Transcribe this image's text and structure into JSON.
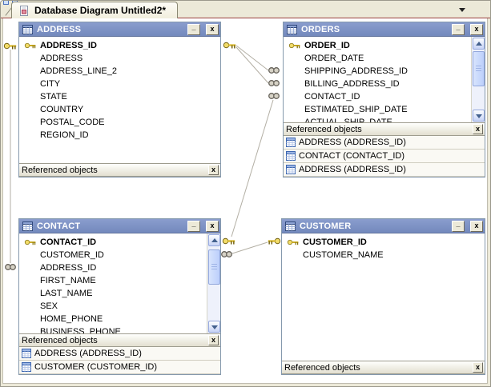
{
  "tab": {
    "title": "Database Diagram Untitled2*"
  },
  "icons": {
    "minimize": "_",
    "close": "x"
  },
  "panels": {
    "referenced_label": "Referenced objects"
  },
  "colors": {
    "titlebar_blue": "#7d92c5",
    "tab_underline_maroon": "#99423f",
    "panel_grey": "#ece9d8",
    "connector_grey": "#b3afa4",
    "key_gold": "#f2dc6a"
  },
  "tables": {
    "address": {
      "title": "ADDRESS",
      "fields": [
        {
          "name": "ADDRESS_ID",
          "pk": true
        },
        {
          "name": "ADDRESS"
        },
        {
          "name": "ADDRESS_LINE_2"
        },
        {
          "name": "CITY"
        },
        {
          "name": "STATE"
        },
        {
          "name": "COUNTRY"
        },
        {
          "name": "POSTAL_CODE"
        },
        {
          "name": "REGION_ID"
        }
      ],
      "referenced": []
    },
    "orders": {
      "title": "ORDERS",
      "fields": [
        {
          "name": "ORDER_ID",
          "pk": true
        },
        {
          "name": "ORDER_DATE"
        },
        {
          "name": "SHIPPING_ADDRESS_ID"
        },
        {
          "name": "BILLING_ADDRESS_ID"
        },
        {
          "name": "CONTACT_ID"
        },
        {
          "name": "ESTIMATED_SHIP_DATE"
        },
        {
          "name": "ACTUAL_SHIP_DATE"
        }
      ],
      "referenced": [
        "ADDRESS (ADDRESS_ID)",
        "CONTACT (CONTACT_ID)",
        "ADDRESS (ADDRESS_ID)"
      ]
    },
    "contact": {
      "title": "CONTACT",
      "fields": [
        {
          "name": "CONTACT_ID",
          "pk": true
        },
        {
          "name": "CUSTOMER_ID"
        },
        {
          "name": "ADDRESS_ID"
        },
        {
          "name": "FIRST_NAME"
        },
        {
          "name": "LAST_NAME"
        },
        {
          "name": "SEX"
        },
        {
          "name": "HOME_PHONE"
        },
        {
          "name": "BUSINESS_PHONE"
        }
      ],
      "referenced": [
        "ADDRESS (ADDRESS_ID)",
        "CUSTOMER (CUSTOMER_ID)"
      ]
    },
    "customer": {
      "title": "CUSTOMER",
      "fields": [
        {
          "name": "CUSTOMER_ID",
          "pk": true
        },
        {
          "name": "CUSTOMER_NAME"
        }
      ],
      "referenced": []
    }
  }
}
